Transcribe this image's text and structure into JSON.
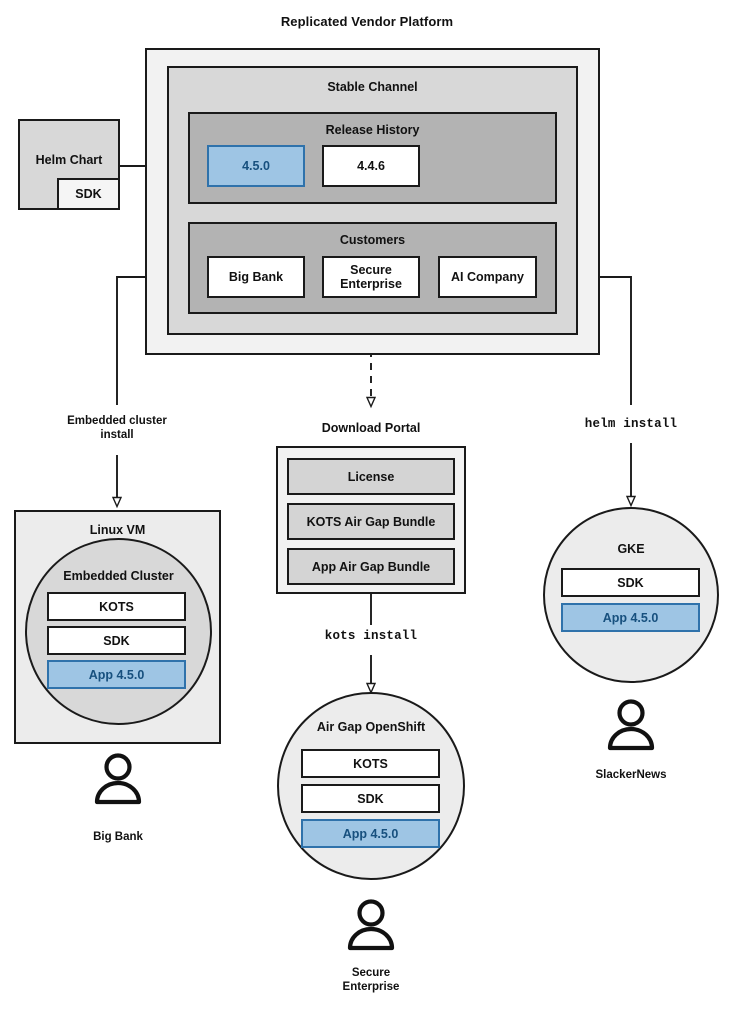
{
  "title": "Replicated Vendor Platform",
  "vendor_platform": {
    "channel": {
      "title": "Stable Channel",
      "release_history": {
        "title": "Release History",
        "releases": [
          {
            "version": "4.5.0",
            "state": "current",
            "color": "#9ec5e4"
          },
          {
            "version": "4.4.6",
            "state": "previous",
            "color": "#ffffff"
          }
        ]
      },
      "customers": {
        "title": "Customers",
        "items": [
          {
            "name": "Big Bank"
          },
          {
            "name": "Secure\nEnterprise",
            "line1": "Secure",
            "line2": "Enterprise"
          },
          {
            "name": "AI Company"
          }
        ]
      }
    }
  },
  "helm_chart": {
    "title": "Helm Chart",
    "sdk_label": "SDK"
  },
  "download_portal": {
    "title": "Download Portal",
    "artifacts": [
      {
        "label": "License"
      },
      {
        "label": "KOTS Air Gap Bundle"
      },
      {
        "label": "App Air Gap Bundle"
      }
    ]
  },
  "edges": [
    {
      "id": "embedded-cluster-install",
      "line1": "Embedded cluster",
      "line2": "install",
      "style": "plain"
    },
    {
      "id": "download-portal-edge",
      "label": "",
      "style": "dashed"
    },
    {
      "id": "helm-install",
      "label": "helm install",
      "style": "mono"
    },
    {
      "id": "kots-install",
      "label": "kots install",
      "style": "mono"
    }
  ],
  "targets": {
    "linux_vm": {
      "title": "Linux VM",
      "cluster_title": "Embedded Cluster",
      "components": [
        {
          "label": "KOTS",
          "kind": "plain"
        },
        {
          "label": "SDK",
          "kind": "plain"
        },
        {
          "label": "App 4.5.0",
          "kind": "app"
        }
      ]
    },
    "airgap_openshift": {
      "title": "Air Gap OpenShift",
      "components": [
        {
          "label": "KOTS",
          "kind": "plain"
        },
        {
          "label": "SDK",
          "kind": "plain"
        },
        {
          "label": "App 4.5.0",
          "kind": "app"
        }
      ]
    },
    "gke": {
      "title": "GKE",
      "components": [
        {
          "label": "SDK",
          "kind": "plain"
        },
        {
          "label": "App 4.5.0",
          "kind": "app"
        }
      ]
    }
  },
  "actors": [
    {
      "id": "big-bank",
      "line1": "Big Bank",
      "line2": ""
    },
    {
      "id": "secure-enterprise",
      "line1": "Secure",
      "line2": "Enterprise"
    },
    {
      "id": "slackernews",
      "line1": "SlackerNews",
      "line2": ""
    }
  ],
  "colors": {
    "app_blue_fill": "#9ec5e4",
    "app_blue_border": "#2f72ab",
    "app_blue_text": "#17507e",
    "stroke": "#1a1a1a",
    "platform_bg": "#f2f2f2",
    "channel_bg": "#d8d8d8",
    "section_bg": "#b3b3b3",
    "artifact_bg": "#d4d4d4",
    "circle_bg": "#ececec",
    "cluster_bg": "#d8d8d8"
  }
}
